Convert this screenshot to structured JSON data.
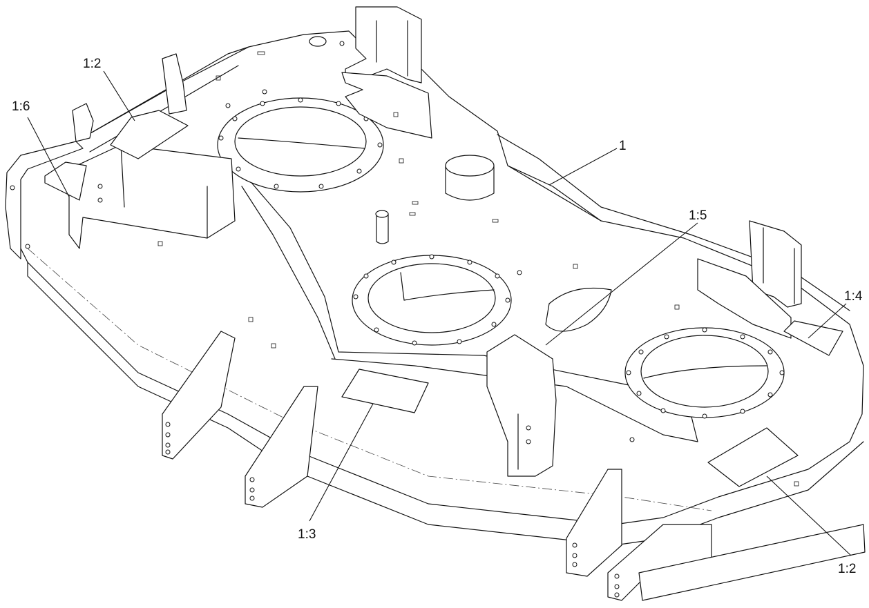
{
  "callouts": {
    "part_1": "1",
    "decal_1_2_top": "1:2",
    "decal_1_6": "1:6",
    "decal_1_5": "1:5",
    "decal_1_4": "1:4",
    "decal_1_3": "1:3",
    "decal_1_2_bottom": "1:2"
  },
  "colors": {
    "line": "#111111",
    "background": "#ffffff"
  }
}
